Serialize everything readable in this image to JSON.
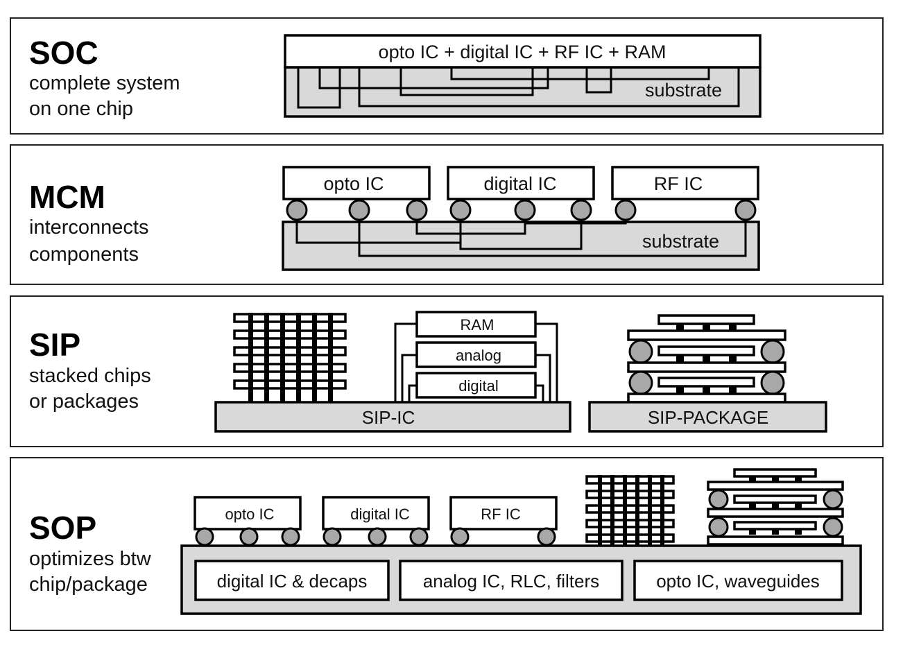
{
  "rows": {
    "soc": {
      "title": "SOC",
      "line1": "complete system",
      "line2": "on one chip",
      "chip_label": "opto IC + digital IC + RF IC + RAM",
      "substrate_label": "substrate"
    },
    "mcm": {
      "title": "MCM",
      "line1": "interconnects",
      "line2": "components",
      "chips": [
        "opto IC",
        "digital IC",
        "RF IC"
      ],
      "substrate_label": "substrate"
    },
    "sip": {
      "title": "SIP",
      "line1": "stacked chips",
      "line2": "or packages",
      "stack_chips": [
        "RAM",
        "analog",
        "digital"
      ],
      "ic_base_label": "SIP-IC",
      "package_base_label": "SIP-PACKAGE"
    },
    "sop": {
      "title": "SOP",
      "line1": "optimizes btw",
      "line2": "chip/package",
      "chips": [
        "opto IC",
        "digital IC",
        "RF IC"
      ],
      "embedded": [
        "digital IC & decaps",
        "analog IC, RLC, filters",
        "opto IC, waveguides"
      ]
    }
  }
}
